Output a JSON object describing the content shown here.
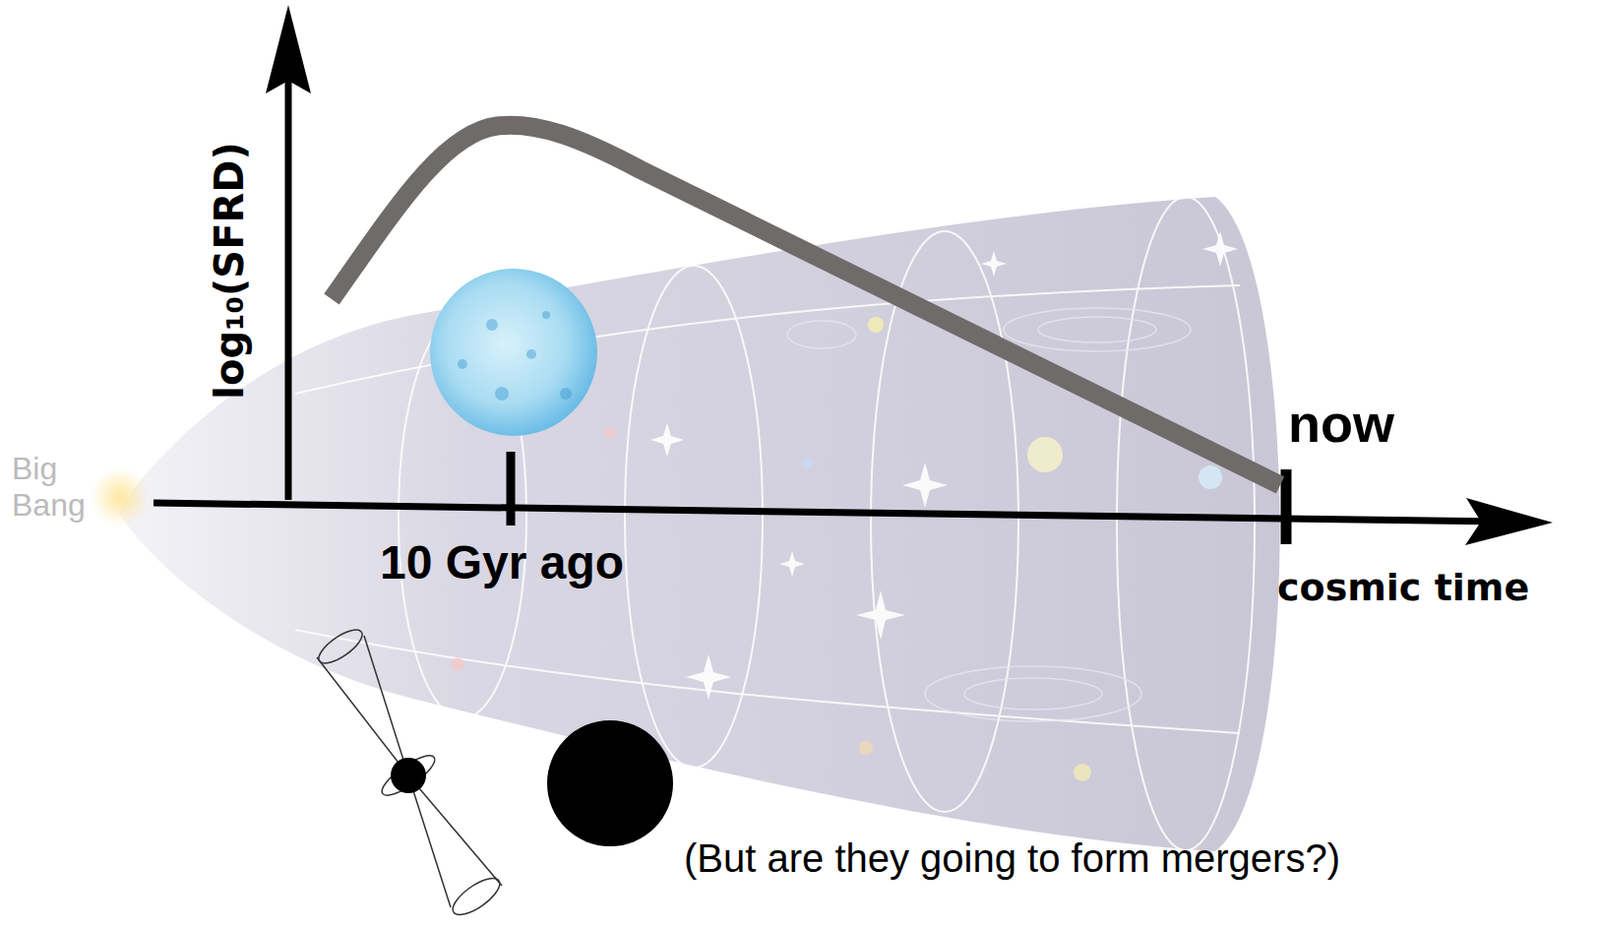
{
  "diagram": {
    "labels": [
      "log₁₀(SFRD)",
      "Big Bang",
      "10 Gyr ago",
      "now",
      "cosmic time",
      "(But are they going to form mergers?)"
    ]
  }
}
